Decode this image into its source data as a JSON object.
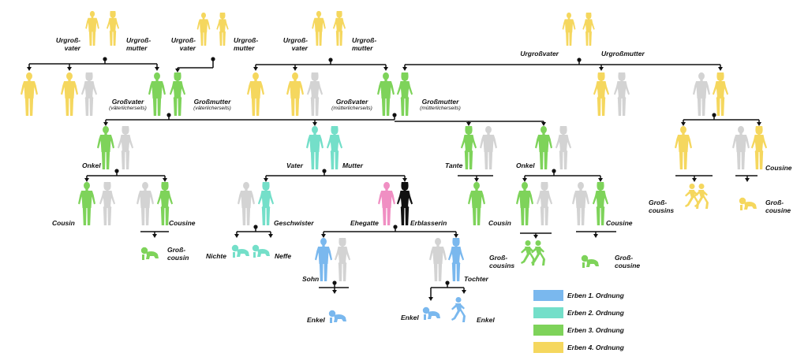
{
  "colors": {
    "order1": "#7ab8ee",
    "order2": "#74dfc9",
    "order3": "#7ed35a",
    "order4": "#f5d75e",
    "grey": "#d3d3d3",
    "spouse": "#f08fc3",
    "deceased": "#111111",
    "line": "#111111"
  },
  "labels": {
    "urgrossvater": "Urgroß-\nvater",
    "urgrossmutter": "Urgroß-\nmutter",
    "urgrossvater_full": "Urgroßvater",
    "urgrossmutter_full": "Urgroßmutter",
    "grossvater": "Großvater",
    "grossmutter": "Großmutter",
    "vaeterlicherseits": "(väterlicherseits)",
    "muetterlicherseits": "(mütterlicherseits)",
    "onkel": "Onkel",
    "tante": "Tante",
    "vater": "Vater",
    "mutter": "Mutter",
    "cousin": "Cousin",
    "cousine": "Cousine",
    "grosscousin": "Groß-\ncousin",
    "grosscousins": "Groß-\ncousins",
    "grosscousine": "Groß-\ncousine",
    "geschwister": "Geschwister",
    "nichte": "Nichte",
    "neffe": "Neffe",
    "ehegatte": "Ehegatte",
    "erblasserin": "Erblasserin",
    "sohn": "Sohn",
    "tochter": "Tochter",
    "enkel": "Enkel"
  },
  "legend": [
    {
      "label": "Erben 1. Ordnung",
      "color": "#7ab8ee"
    },
    {
      "label": "Erben 2. Ordnung",
      "color": "#74dfc9"
    },
    {
      "label": "Erben 3. Ordnung",
      "color": "#7ed35a"
    },
    {
      "label": "Erben 4. Ordnung",
      "color": "#f5d75e"
    }
  ]
}
